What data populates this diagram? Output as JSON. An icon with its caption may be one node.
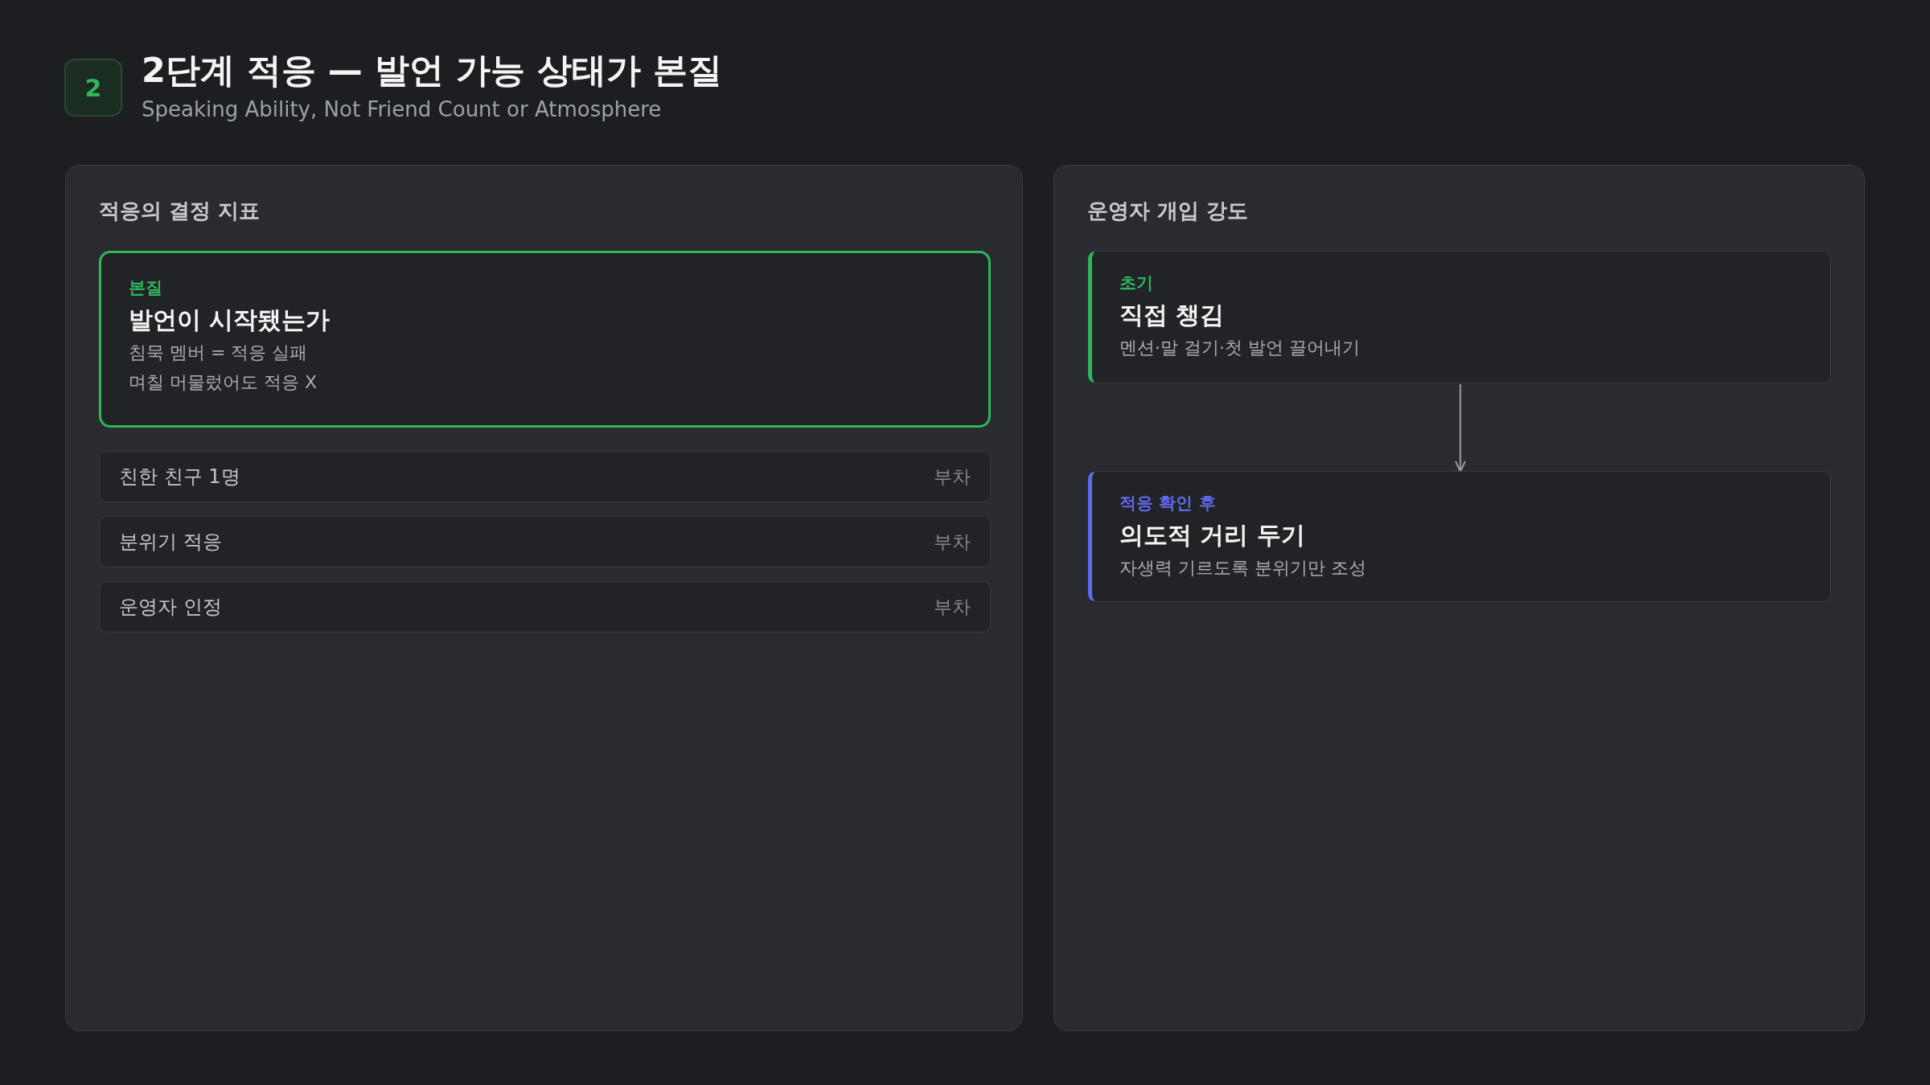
{
  "diagram": {
    "title": "2단계 적응 — 발언 가능 상태가 본질",
    "nodes": [
      {
        "text": [
          "2"
        ]
      },
      {
        "text": [
          "적응의 결정 지표"
        ]
      },
      {
        "text": [
          "본질",
          "발언이 시작됐는가",
          "침묵 멤버 = 적응 실패",
          "며칠 머물렀어도 적응 X"
        ],
        "in": 1
      },
      {
        "text": [
          "친한 친구 1명",
          "부차"
        ],
        "in": 1
      },
      {
        "text": [
          "분위기 적응",
          "부차"
        ],
        "in": 1
      },
      {
        "text": [
          "운영자 인정",
          "부차"
        ],
        "in": 1
      },
      {
        "text": [
          "운영자 개입 강도"
        ]
      },
      {
        "text": [
          "초기",
          "직접 챙김",
          "멘션·말 걸기·첫 발언 끌어내기"
        ],
        "in": 6
      },
      {
        "text": [
          "적응 확인 후",
          "의도적 거리 두기",
          "자생력 기르도록 분위기만 조성"
        ],
        "in": 6
      }
    ],
    "edges": [
      {
        "from": 7,
        "to": 8,
        "arrow": "to"
      }
    ],
    "labels": [
      "Speaking Ability, Not Friend Count or Atmosphere"
    ]
  }
}
